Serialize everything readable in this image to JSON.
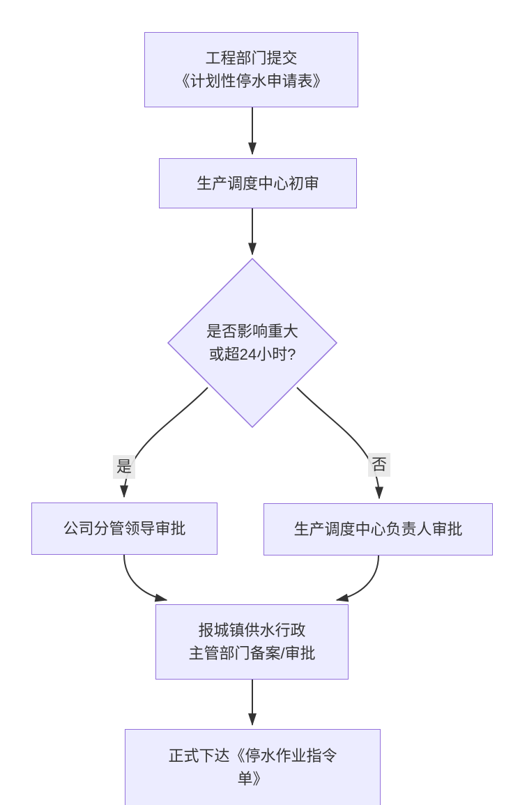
{
  "diagram": {
    "type": "flowchart",
    "direction": "top-down",
    "colors": {
      "background": "#ffffff",
      "node_fill": "#ECECFF",
      "node_border": "#9370DB",
      "edge_color": "#333333",
      "text_color": "#333333",
      "edge_label_bg": "#e8e8e8"
    },
    "nodes": {
      "submit": {
        "shape": "rect",
        "text": "工程部门提交\n《计划性停水申请表》"
      },
      "review": {
        "shape": "rect",
        "text": "生产调度中心初审"
      },
      "decision": {
        "shape": "diamond",
        "text": "是否影响重大\n或超24小时?"
      },
      "leader": {
        "shape": "rect",
        "text": "公司分管领导审批"
      },
      "center_head": {
        "shape": "rect",
        "text": "生产调度中心负责人审批"
      },
      "filing": {
        "shape": "rect",
        "text": "报城镇供水行政\n主管部门备案/审批"
      },
      "order": {
        "shape": "rect",
        "text": "正式下达《停水作业指令\n单》"
      }
    },
    "edge_labels": {
      "yes": "是",
      "no": "否"
    },
    "edges": [
      {
        "from": "submit",
        "to": "review",
        "label": ""
      },
      {
        "from": "review",
        "to": "decision",
        "label": ""
      },
      {
        "from": "decision",
        "to": "leader",
        "label": "是"
      },
      {
        "from": "decision",
        "to": "center_head",
        "label": "否"
      },
      {
        "from": "leader",
        "to": "filing",
        "label": ""
      },
      {
        "from": "center_head",
        "to": "filing",
        "label": ""
      },
      {
        "from": "filing",
        "to": "order",
        "label": ""
      }
    ]
  }
}
